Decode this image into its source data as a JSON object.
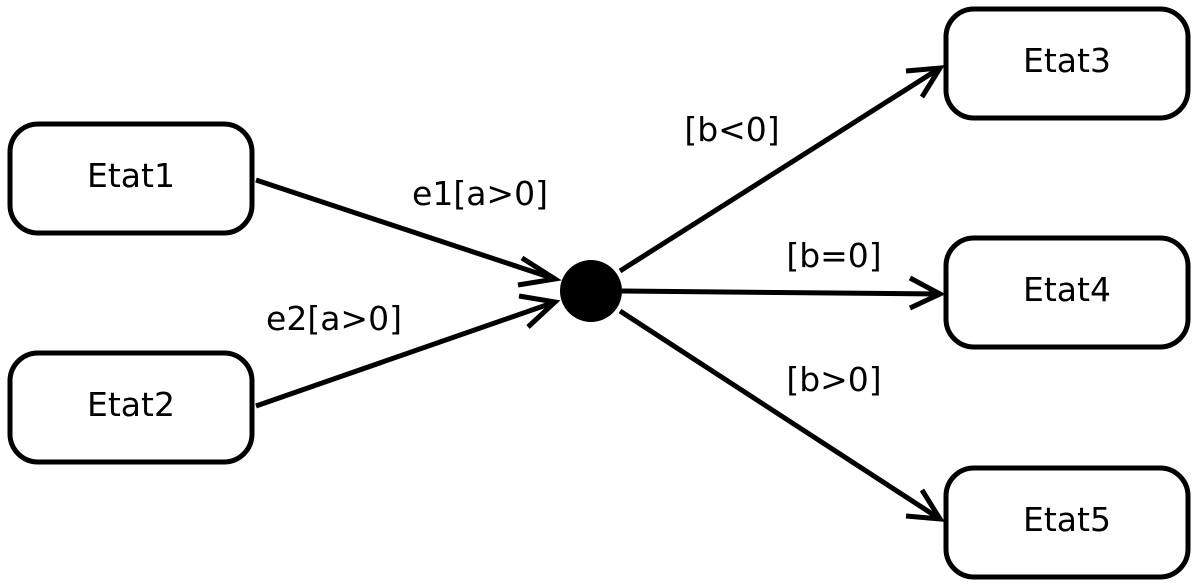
{
  "diagram": {
    "colors": {
      "stroke": "#000000",
      "background": "#ffffff"
    },
    "states": {
      "etat1": "Etat1",
      "etat2": "Etat2",
      "etat3": "Etat3",
      "etat4": "Etat4",
      "etat5": "Etat5"
    },
    "transitions": {
      "etat1_to_junction": "e1[a>0]",
      "etat2_to_junction": "e2[a>0]",
      "junction_to_etat3": "[b<0]",
      "junction_to_etat4": "[b=0]",
      "junction_to_etat5": "[b>0]"
    },
    "junction": "junction-point"
  }
}
